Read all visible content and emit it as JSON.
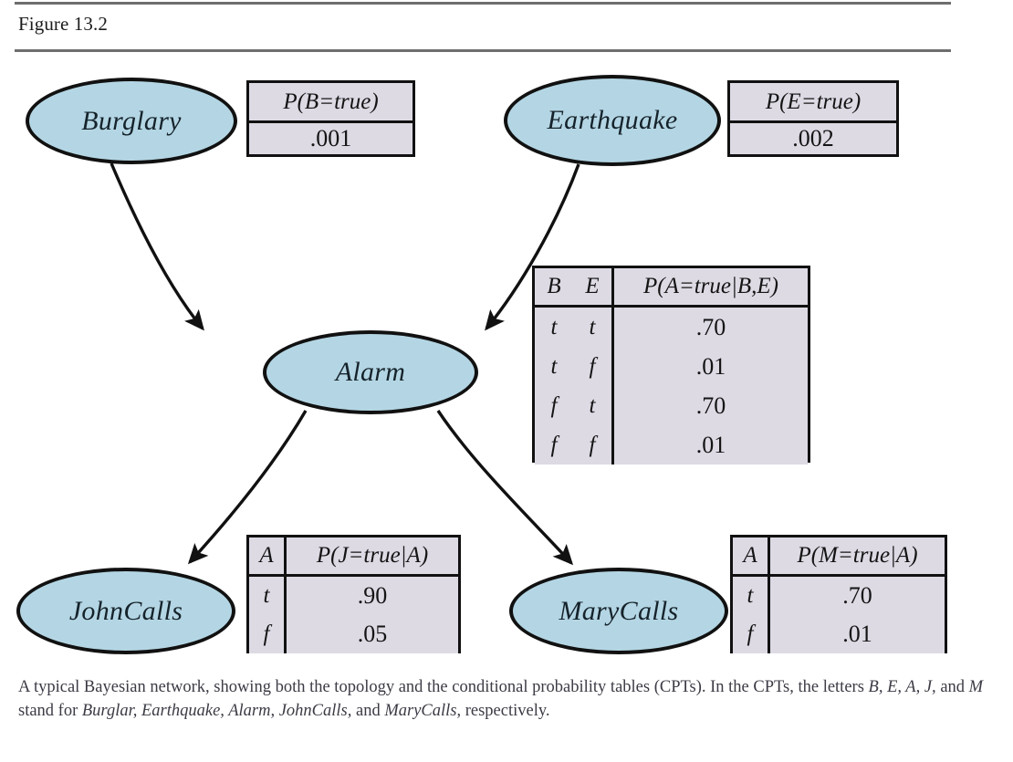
{
  "header": {
    "figure_label": "Figure 13.2"
  },
  "diagram": {
    "nodes": [
      {
        "id": "burglary",
        "label": "Burglary"
      },
      {
        "id": "earthquake",
        "label": "Earthquake"
      },
      {
        "id": "alarm",
        "label": "Alarm"
      },
      {
        "id": "johncalls",
        "label": "JohnCalls"
      },
      {
        "id": "marycalls",
        "label": "MaryCalls"
      }
    ],
    "edges": [
      {
        "from": "Burglary",
        "to": "Alarm"
      },
      {
        "from": "Earthquake",
        "to": "Alarm"
      },
      {
        "from": "Alarm",
        "to": "JohnCalls"
      },
      {
        "from": "Alarm",
        "to": "MaryCalls"
      }
    ],
    "colors": {
      "node_fill": "#b4d6e4",
      "node_stroke": "#111111",
      "table_fill": "#dddae4",
      "table_stroke": "#111111",
      "rule": "#6e6e6e"
    }
  },
  "cpts": {
    "burglary": {
      "header": "P(B=true)",
      "value": ".001"
    },
    "earthquake": {
      "header": "P(E=true)",
      "value": ".002"
    },
    "alarm": {
      "col_b": "B",
      "col_e": "E",
      "header": "P(A=true|B,E)",
      "rows": [
        {
          "b": "t",
          "e": "t",
          "p": ".70"
        },
        {
          "b": "t",
          "e": "f",
          "p": ".01"
        },
        {
          "b": "f",
          "e": "t",
          "p": ".70"
        },
        {
          "b": "f",
          "e": "f",
          "p": ".01"
        }
      ]
    },
    "johncalls": {
      "col_a": "A",
      "header": "P(J=true|A)",
      "rows": [
        {
          "a": "t",
          "p": ".90"
        },
        {
          "a": "f",
          "p": ".05"
        }
      ]
    },
    "marycalls": {
      "col_a": "A",
      "header": "P(M=true|A)",
      "rows": [
        {
          "a": "t",
          "p": ".70"
        },
        {
          "a": "f",
          "p": ".01"
        }
      ]
    }
  },
  "caption": {
    "part1": "A typical Bayesian network, showing both the topology and the conditional probability tables (CPTs). In the CPTs, the letters ",
    "letters": "B, E, A, J,",
    "part2": " and ",
    "letter_m": "M",
    "part3": " stand for ",
    "names": "Burglar, Earthquake, Alarm, JohnCalls,",
    "part4": " and ",
    "name_mary": "MaryCalls",
    "part5": ", respectively."
  }
}
